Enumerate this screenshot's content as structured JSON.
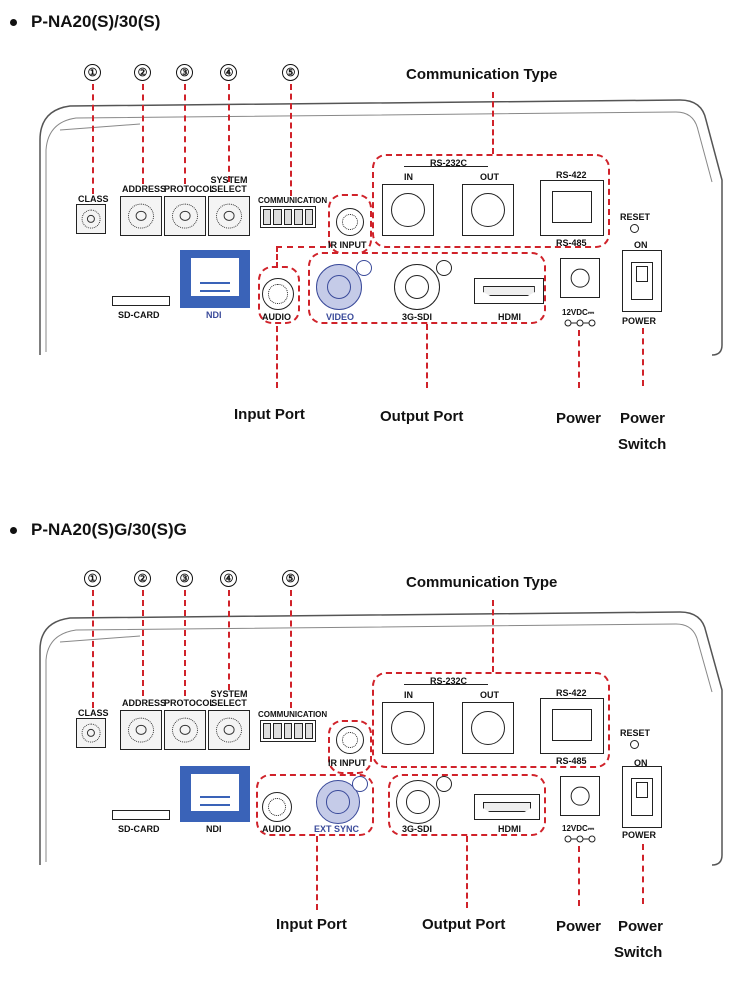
{
  "sections": [
    {
      "title": "P-NA20(S)/30(S)",
      "numbers": [
        "①",
        "②",
        "③",
        "④",
        "⑤"
      ],
      "comm_type": "Communication Type",
      "labels": {
        "class": "CLASS",
        "address": "ADDRESS",
        "protocol": "PROTOCOL",
        "system_select": "SYSTEM SELECT",
        "communication": "COMMUNICATION",
        "rs232c": "RS-232C",
        "in": "IN",
        "out": "OUT",
        "rs422": "RS-422",
        "rs485": "RS-485",
        "reset": "RESET",
        "on": "ON",
        "ir_input": "IR INPUT",
        "sd_card": "SD-CARD",
        "ndi": "NDI",
        "audio": "AUDIO",
        "video": "VIDEO",
        "sdi": "3G-SDI",
        "hdmi": "HDMI",
        "dc": "12VDC⎓",
        "power": "POWER"
      },
      "callouts": {
        "input": "Input Port",
        "output": "Output Port",
        "power": "Power",
        "switch1": "Power",
        "switch2": "Switch"
      }
    },
    {
      "title": "P-NA20(S)G/30(S)G",
      "numbers": [
        "①",
        "②",
        "③",
        "④",
        "⑤"
      ],
      "comm_type": "Communication Type",
      "labels": {
        "class": "CLASS",
        "address": "ADDRESS",
        "protocol": "PROTOCOL",
        "system_select": "SYSTEM SELECT",
        "communication": "COMMUNICATION",
        "rs232c": "RS-232C",
        "in": "IN",
        "out": "OUT",
        "rs422": "RS-422",
        "rs485": "RS-485",
        "reset": "RESET",
        "on": "ON",
        "ir_input": "IR INPUT",
        "sd_card": "SD-CARD",
        "ndi": "NDI",
        "audio": "AUDIO",
        "ext_sync": "EXT SYNC",
        "sdi": "3G-SDI",
        "hdmi": "HDMI",
        "dc": "12VDC⎓",
        "power": "POWER"
      },
      "callouts": {
        "input": "Input Port",
        "output": "Output Port",
        "power": "Power",
        "switch1": "Power",
        "switch2": "Switch"
      }
    }
  ],
  "colors": {
    "callout_line": "#d0222a",
    "accent_blue": "#3a4a9a",
    "ndi_blue": "#3a63b8"
  }
}
